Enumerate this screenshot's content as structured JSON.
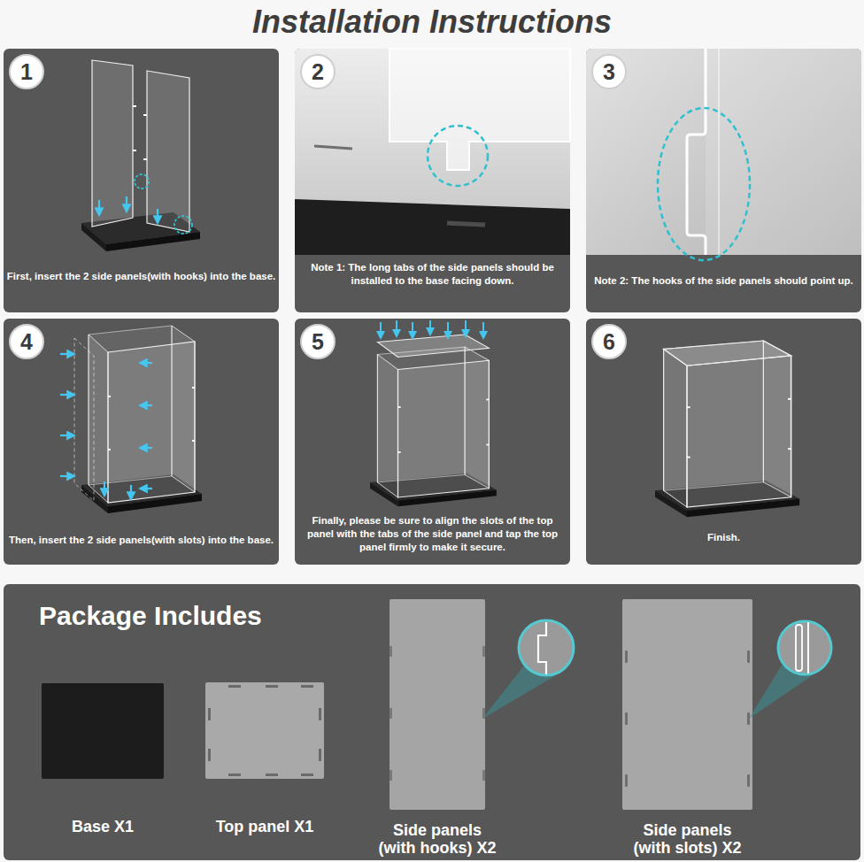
{
  "diagram": {
    "title": "Installation Instructions",
    "nodes": [
      {
        "text": [
          "First, insert the 2 side panels(with hooks) into the base."
        ]
      },
      {
        "text": [
          "1"
        ],
        "in": 0
      },
      {
        "text": [
          "Note 1: The long tabs of the side panels should be installed to the base facing down."
        ]
      },
      {
        "text": [
          "2"
        ],
        "in": 2
      },
      {
        "text": [
          "Note 2: The hooks of the side panels should point up."
        ]
      },
      {
        "text": [
          "3"
        ],
        "in": 4
      },
      {
        "text": [
          "Then, insert the 2 side panels(with slots) into the base."
        ]
      },
      {
        "text": [
          "4"
        ],
        "in": 6
      },
      {
        "text": [
          "Finally, please be sure to align the slots of the top panel with the tabs of the side panel and tap the top panel firmly to make it secure."
        ]
      },
      {
        "text": [
          "5"
        ],
        "in": 8
      },
      {
        "text": [
          "Finish."
        ]
      },
      {
        "text": [
          "6"
        ],
        "in": 10
      },
      {
        "text": [
          "Package Includes"
        ]
      },
      {
        "text": [
          "Base X1"
        ],
        "in": 12
      },
      {
        "text": [
          "Top panel X1"
        ],
        "in": 12
      },
      {
        "text": [
          "Side panels (with hooks) X2"
        ],
        "in": 12
      },
      {
        "text": [
          "Side panels (with slots) X2"
        ],
        "in": 12
      }
    ]
  }
}
